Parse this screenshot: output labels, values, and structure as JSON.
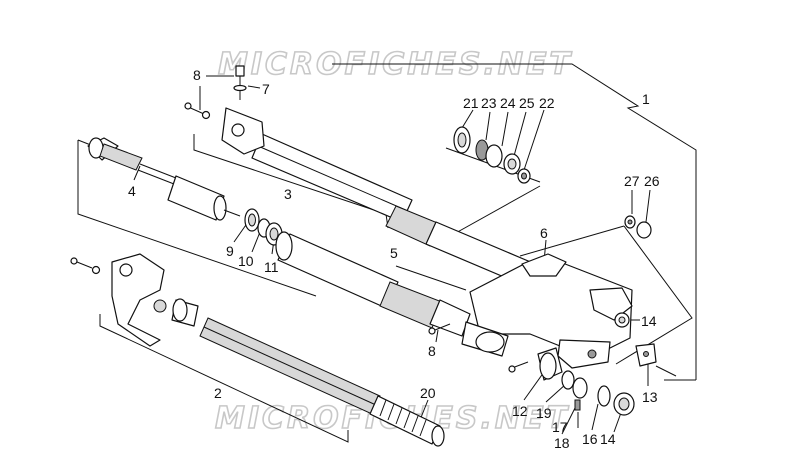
{
  "watermarks": [
    "MICROFICHES.NET",
    "MICROFICHES.NET"
  ],
  "callouts": [
    "1",
    "2",
    "3",
    "4",
    "5",
    "6",
    "7",
    "8",
    "8",
    "9",
    "10",
    "11",
    "12",
    "13",
    "14",
    "14",
    "16",
    "17",
    "18",
    "19",
    "20",
    "21",
    "22",
    "23",
    "24",
    "25",
    "26",
    "27"
  ],
  "colors": {
    "ink": "#111111",
    "watermark": "#c8c8c8",
    "background": "#ffffff"
  }
}
